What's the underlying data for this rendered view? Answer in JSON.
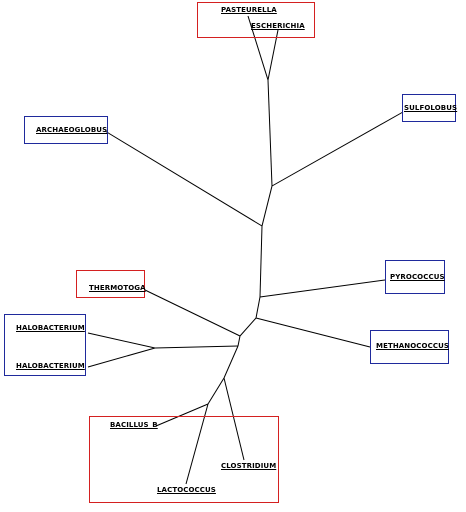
{
  "taxa": {
    "pasteurella": "PASTEURELLA",
    "escherichia": "ESCHERICHIA",
    "sulfolobus": "SULFOLOBUS",
    "archaeoglobus": "ARCHAEOGLOBUS",
    "pyrococcus": "PYROCOCCUS",
    "thermotoga": "THERMOTOGA",
    "halobacterium_1": "HALOBACTERIUM",
    "halobacterium_2": "HALOBACTERIUM",
    "methanococcus": "METHANOCOCCUS",
    "bacillus": "BACILLUS_B",
    "clostridium": "CLOSTRIDIUM",
    "lactococcus": "LACTOCOCCUS"
  },
  "colors": {
    "red_box": "#d42020",
    "blue_box": "#1f2a9c",
    "branch": "#000000"
  }
}
